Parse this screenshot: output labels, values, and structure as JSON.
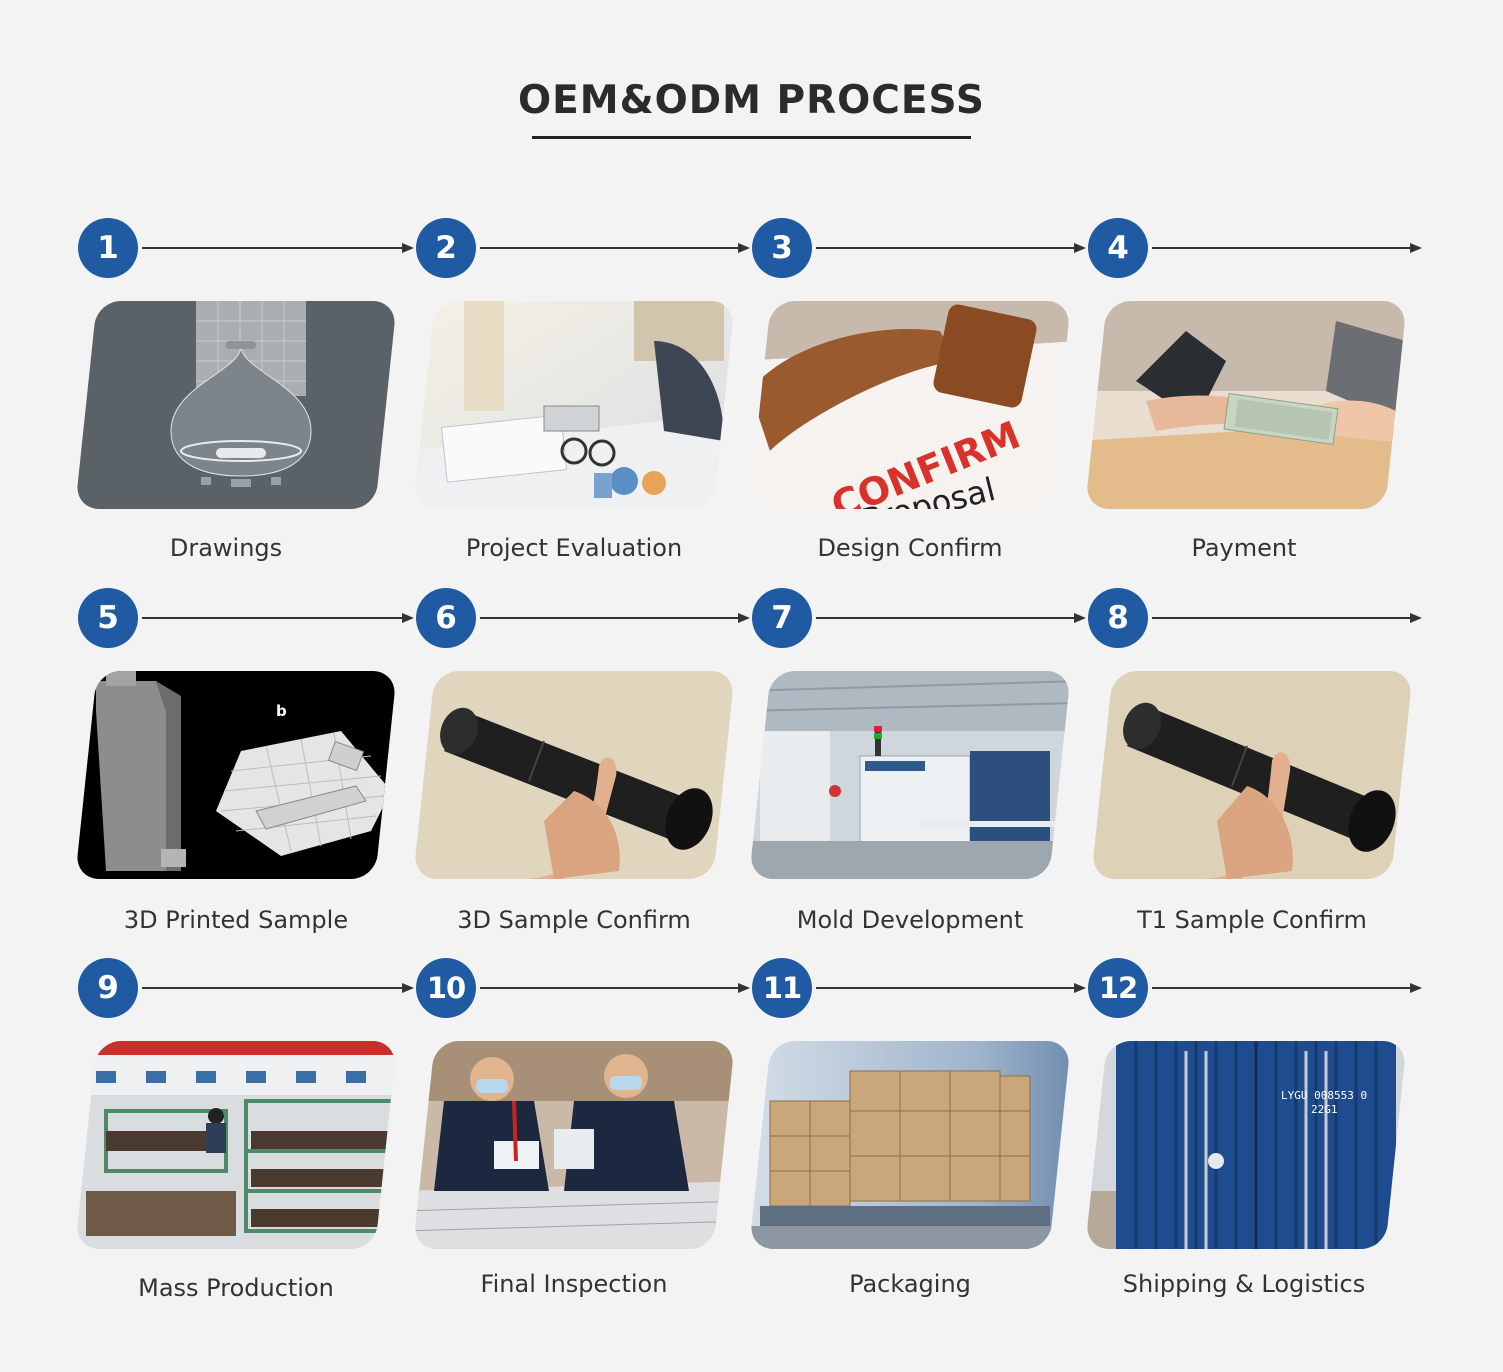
{
  "title": "OEM&ODM PROCESS",
  "steps": [
    {
      "number": "1",
      "label": "Drawings"
    },
    {
      "number": "2",
      "label": "Project Evaluation"
    },
    {
      "number": "3",
      "label": "Design Confirm"
    },
    {
      "number": "4",
      "label": "Payment"
    },
    {
      "number": "5",
      "label": "3D Printed Sample"
    },
    {
      "number": "6",
      "label": "3D Sample Confirm"
    },
    {
      "number": "7",
      "label": "Mold Development"
    },
    {
      "number": "8",
      "label": "T1 Sample  Confirm"
    },
    {
      "number": "9",
      "label": "Mass Production"
    },
    {
      "number": "10",
      "label": "Final Inspection"
    },
    {
      "number": "11",
      "label": "Packaging"
    },
    {
      "number": "12",
      "label": "Shipping & Logistics"
    }
  ],
  "image_texts": {
    "confirm_stamp": "CONFIRM",
    "proposal": "Proposal",
    "print_letter": "b",
    "container_code": "LYGU  008553 0",
    "container_type": "22G1"
  },
  "colors": {
    "badge": "#1f5aa3",
    "background": "#f3f3f3"
  }
}
